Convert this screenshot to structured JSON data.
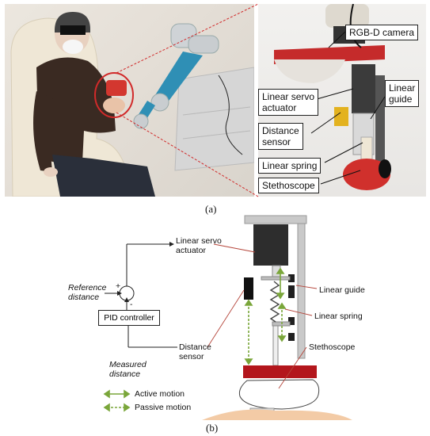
{
  "panel_a": {
    "label": "(a)",
    "callouts": {
      "rgbd_camera": "RGB-D camera",
      "linear_servo_actuator": "Linear servo\nactuator",
      "linear_guide": "Linear\nguide",
      "distance_sensor": "Distance\nsensor",
      "linear_spring": "Linear spring",
      "stethoscope": "Stethoscope"
    }
  },
  "panel_b": {
    "label": "(b)",
    "labels": {
      "linear_servo_actuator": "Linear servo\nactuator",
      "reference_distance": "Reference\ndistance",
      "plus": "+",
      "minus": "-",
      "pid_controller": "PID controller",
      "distance_sensor": "Distance\nsensor",
      "measured_distance": "Measured\ndistance",
      "linear_guide": "Linear guide",
      "linear_spring": "Linear spring",
      "stethoscope": "Stethoscope"
    },
    "legend": {
      "active_motion": "Active motion",
      "passive_motion": "Passive motion"
    },
    "colors": {
      "motion_arrow": "#7aa63a",
      "leader_line": "#b5453a",
      "stethoscope_head": "#b3161c",
      "actuator_body": "#2d2d2d",
      "frame": "#c9c9c9"
    }
  }
}
